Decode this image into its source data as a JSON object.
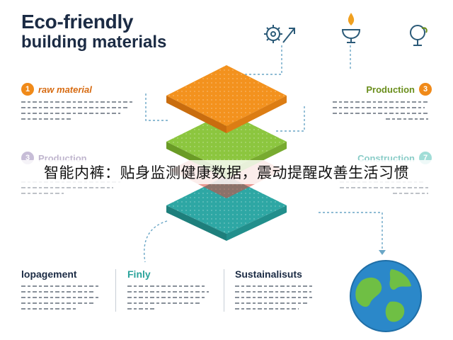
{
  "title": {
    "line1": "Eco-friendly",
    "line2": "building materials"
  },
  "icons": [
    "gears-icon",
    "flame-icon",
    "globe-leaf-icon"
  ],
  "steps": [
    {
      "num": "1",
      "label": "raw material",
      "color": "#f08a19"
    },
    {
      "num": "3",
      "label": "Production",
      "color": "#f08a19"
    },
    {
      "num": "3",
      "label": "Production",
      "color": "#9b88b8"
    },
    {
      "num": "7",
      "label": "Construction",
      "color": "#55c2b7"
    }
  ],
  "columns": [
    {
      "heading": "lopagement"
    },
    {
      "heading": "Finly"
    },
    {
      "heading": "Sustainalisuts"
    }
  ],
  "caption": "智能内裤：贴身监测健康数据，震动提醒改善生活习惯",
  "colors": {
    "layer_orange": "#f3921e",
    "layer_green": "#8cc63f",
    "layer_red": "#d9473a",
    "layer_teal": "#2ea7a4",
    "globe_blue": "#2b88c9",
    "globe_green": "#6fbf44"
  }
}
